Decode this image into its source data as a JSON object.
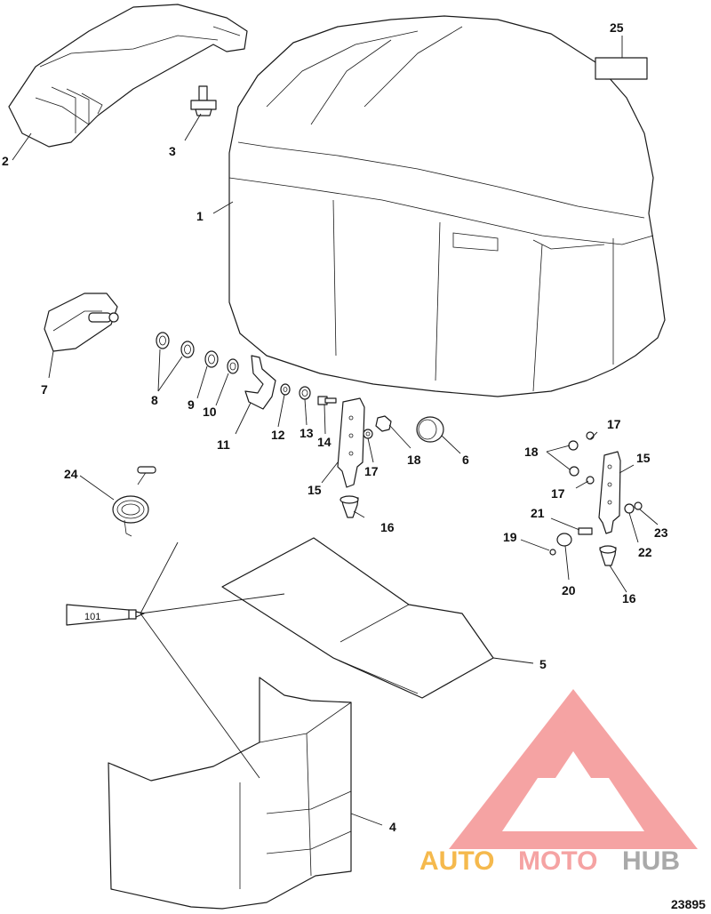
{
  "diagram": {
    "callouts": [
      {
        "id": "c1",
        "text": "1"
      },
      {
        "id": "c2",
        "text": "2"
      },
      {
        "id": "c3",
        "text": "3"
      },
      {
        "id": "c4",
        "text": "4"
      },
      {
        "id": "c5",
        "text": "5"
      },
      {
        "id": "c6",
        "text": "6"
      },
      {
        "id": "c7",
        "text": "7"
      },
      {
        "id": "c8",
        "text": "8"
      },
      {
        "id": "c9",
        "text": "9"
      },
      {
        "id": "c10",
        "text": "10"
      },
      {
        "id": "c11",
        "text": "11"
      },
      {
        "id": "c12",
        "text": "12"
      },
      {
        "id": "c13",
        "text": "13"
      },
      {
        "id": "c14",
        "text": "14"
      },
      {
        "id": "c15a",
        "text": "15"
      },
      {
        "id": "c15b",
        "text": "15"
      },
      {
        "id": "c16a",
        "text": "16"
      },
      {
        "id": "c16b",
        "text": "16"
      },
      {
        "id": "c17a",
        "text": "17"
      },
      {
        "id": "c17b",
        "text": "17"
      },
      {
        "id": "c17c",
        "text": "17"
      },
      {
        "id": "c18a",
        "text": "18"
      },
      {
        "id": "c18b",
        "text": "18"
      },
      {
        "id": "c19",
        "text": "19"
      },
      {
        "id": "c20",
        "text": "20"
      },
      {
        "id": "c21",
        "text": "21"
      },
      {
        "id": "c22",
        "text": "22"
      },
      {
        "id": "c23",
        "text": "23"
      },
      {
        "id": "c24",
        "text": "24"
      },
      {
        "id": "c25",
        "text": "25"
      }
    ],
    "tube_label": "101",
    "document_number": "23895",
    "watermark": {
      "text_auto": "AUTO",
      "text_moto": "MOTO",
      "text_hub": "HUB",
      "color_primary": "#f59a9a",
      "color_auto": "#f5b23a",
      "color_hub": "#a0a0a0"
    }
  }
}
